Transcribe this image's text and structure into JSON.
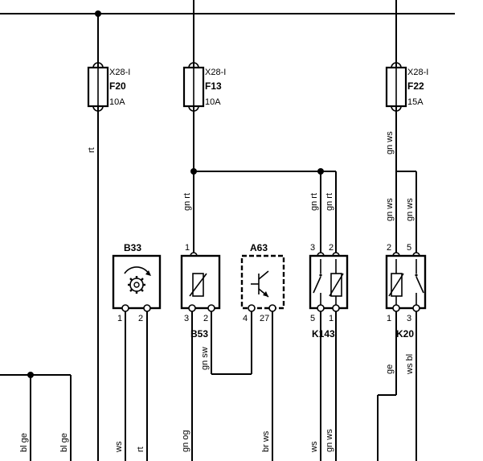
{
  "fuses": {
    "f20": {
      "code": "F20",
      "location": "X28-I",
      "rating": "10A"
    },
    "f13": {
      "code": "F13",
      "location": "X28-I",
      "rating": "10A"
    },
    "f22": {
      "code": "F22",
      "location": "X28-I",
      "rating": "15A"
    }
  },
  "components": {
    "b33": {
      "label": "B33",
      "pin1": "1",
      "pin2": "2"
    },
    "b53": {
      "label": "B53",
      "pin1": "1",
      "pin3": "3",
      "pin2": "2"
    },
    "a63": {
      "label": "A63",
      "pin4": "4",
      "pin27": "27"
    },
    "k143": {
      "label": "K143",
      "pin3": "3",
      "pin2": "2",
      "pin5": "5",
      "pin1": "1"
    },
    "k20": {
      "label": "K20",
      "pin2": "2",
      "pin5": "5",
      "pin1": "1",
      "pin3": "3"
    }
  },
  "wire_colors": {
    "f20_out": "rt",
    "f13_branch": "gn rt",
    "k143_in3": "gn rt",
    "k143_in2": "gn rt",
    "f22_out": "gn ws",
    "k20_in2": "gn ws",
    "k20_in5": "gn ws",
    "b53_pin2": "gn sw",
    "k20_out1": "ge",
    "k20_out3": "ws bl",
    "left_1": "bl ge",
    "left_2": "bl ge",
    "b33_pin1": "ws",
    "b33_pin2": "rt",
    "b53_pin3": "gn og",
    "a63_pin27": "br ws",
    "k143_out5": "ws",
    "k143_out1": "gn ws"
  }
}
